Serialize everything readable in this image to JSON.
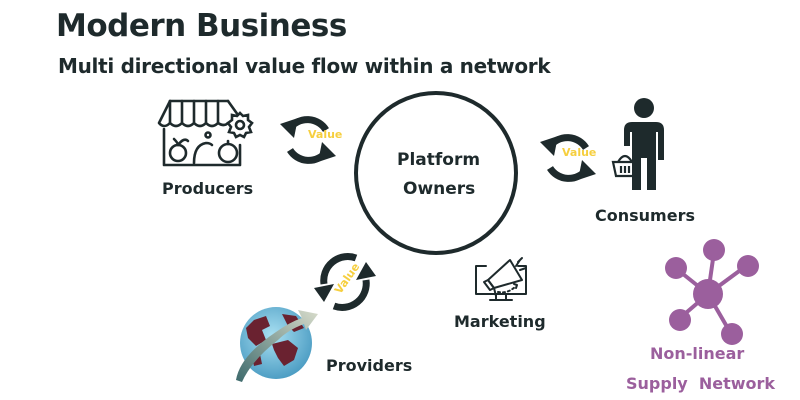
{
  "header": {
    "title": "Modern Business",
    "subtitle": "Multi directional value flow within a network"
  },
  "center": {
    "line1": "Platform",
    "line2": "Owners"
  },
  "nodes": {
    "producers": {
      "label": "Producers",
      "icon": "market-stall-icon"
    },
    "consumers": {
      "label": "Consumers",
      "icon": "shopper-with-basket-icon"
    },
    "providers": {
      "label": "Providers",
      "icon": "globe-with-arrow-icon"
    },
    "marketing": {
      "label": "Marketing",
      "icon": "megaphone-monitor-icon"
    }
  },
  "value_flows": [
    {
      "between": "Producers-Platform",
      "label": "Value"
    },
    {
      "between": "Platform-Consumers",
      "label": "Value"
    },
    {
      "between": "Providers-Platform",
      "label": "Value"
    }
  ],
  "network": {
    "line1": "Non-linear",
    "line2": "Supply  Network",
    "icon": "network-nodes-icon"
  },
  "colors": {
    "text": "#1e2a2c",
    "value": "#f6cf3f",
    "network": "#9b5f9d",
    "globe": "#7fc6e0",
    "land": "#6a2230"
  }
}
